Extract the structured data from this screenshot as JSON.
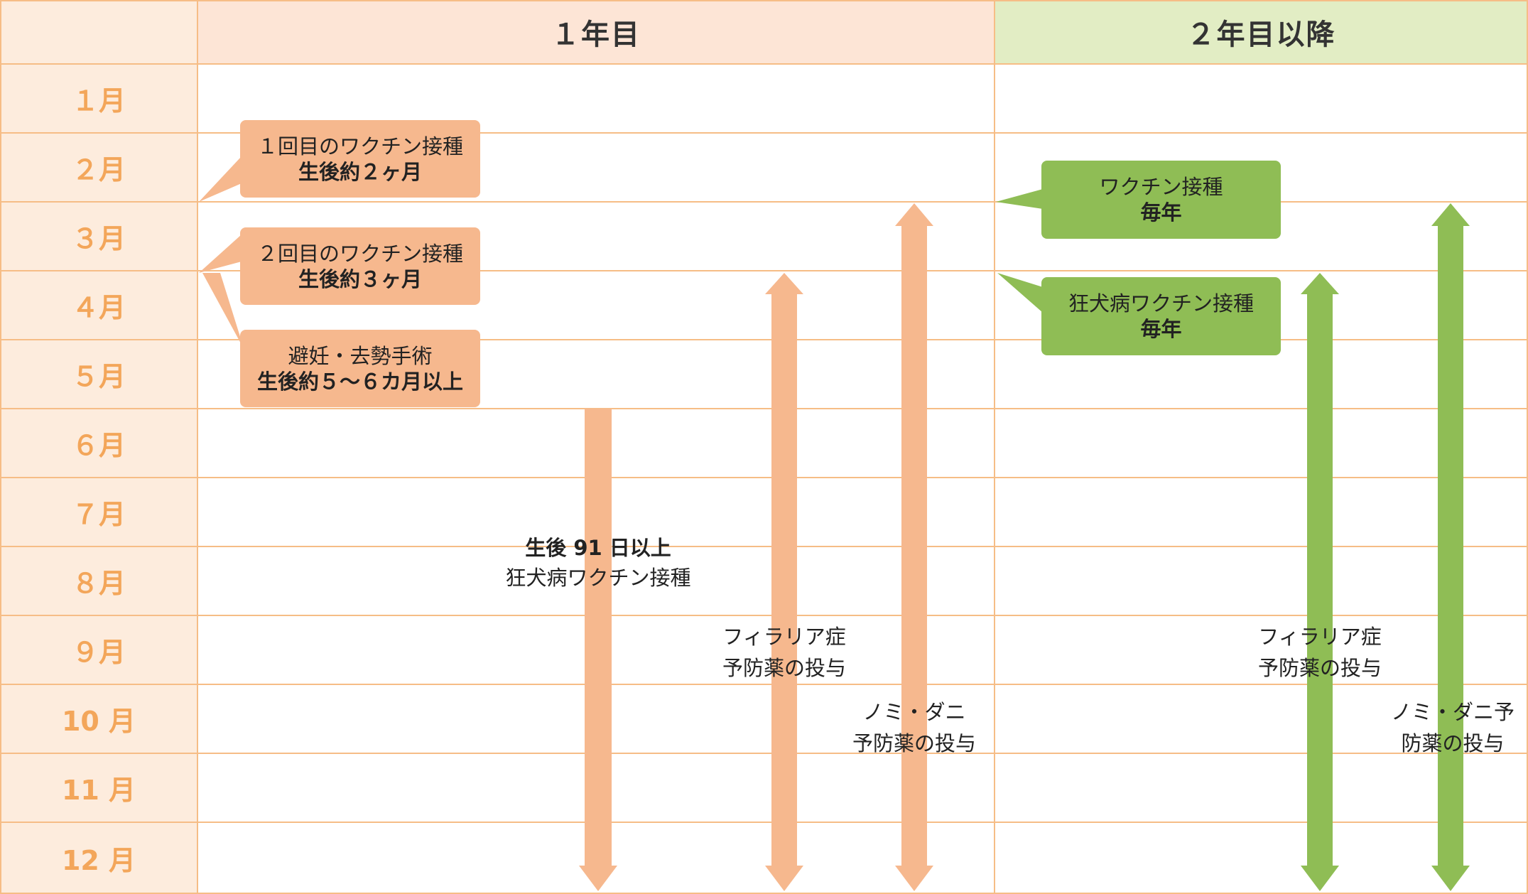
{
  "colors": {
    "orange_accent": "#f6b88e",
    "green_accent": "#8fbd55",
    "header_year1_bg": "#fde5d6",
    "header_year2_bg": "#e2edc4",
    "month_col_bg": "#fdecdd",
    "month_text": "#f3a65a",
    "grid": "#f6bd86"
  },
  "headers": {
    "year1": "１年目",
    "year2": "２年目以降"
  },
  "months": [
    "１月",
    "２月",
    "３月",
    "４月",
    "５月",
    "６月",
    "７月",
    "８月",
    "９月",
    "10 月",
    "11 月",
    "12 月"
  ],
  "year1": {
    "callouts": [
      {
        "line1": "１回目のワクチン接種",
        "line2": "生後約２ヶ月"
      },
      {
        "line1": "２回目のワクチン接種",
        "line2": "生後約３ヶ月"
      },
      {
        "line1": "避妊・去勢手術",
        "line2": "生後約５～６カ月以上"
      }
    ],
    "rabies_label": {
      "line1": "生後 91 日以上",
      "line2": "狂犬病ワクチン接種"
    },
    "filaria_label": {
      "line1": "フィラリア症",
      "line2": "予防薬の投与"
    },
    "flea_label": {
      "line1": "ノミ・ダニ",
      "line2": "予防薬の投与"
    }
  },
  "year2": {
    "callouts": [
      {
        "line1": "ワクチン接種",
        "line2": "毎年"
      },
      {
        "line1": "狂犬病ワクチン接種",
        "line2": "毎年"
      }
    ],
    "filaria_label": {
      "line1": "フィラリア症",
      "line2": "予防薬の投与"
    },
    "flea_label": {
      "line1": "ノミ・ダニ予",
      "line2": "防薬の投与"
    }
  }
}
